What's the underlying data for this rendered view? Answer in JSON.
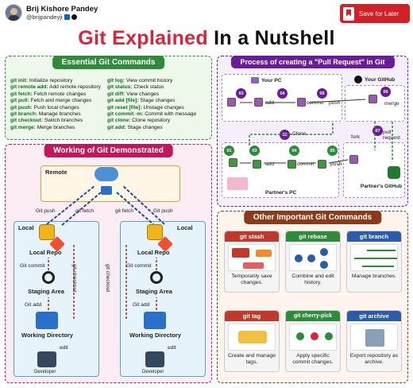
{
  "author": {
    "name": "Brij Kishore Pandey",
    "handle": "@brijpandeyji"
  },
  "save_button": {
    "label": "Save for Later"
  },
  "title": {
    "part1": "Git Explained",
    "part2": "In a Nutshell"
  },
  "essential": {
    "title": "Essential Git Commands",
    "left": [
      {
        "cmd": "git init:",
        "desc": " Initialize repository"
      },
      {
        "cmd": "git remote add:",
        "desc": " Add remote repository"
      },
      {
        "cmd": "git fetch:",
        "desc": " Fetch remote changes"
      },
      {
        "cmd": "git pull:",
        "desc": " Fetch and merge changes"
      },
      {
        "cmd": "git push:",
        "desc": " Push local changes"
      },
      {
        "cmd": "git branch:",
        "desc": " Manage branches"
      },
      {
        "cmd": "git checkout:",
        "desc": " Switch branches"
      },
      {
        "cmd": "git merge:",
        "desc": " Merge branches"
      }
    ],
    "right": [
      {
        "cmd": "git log:",
        "desc": " View commit history"
      },
      {
        "cmd": "git status:",
        "desc": " Check status"
      },
      {
        "cmd": "git diff:",
        "desc": " View changes"
      },
      {
        "cmd": "git add [file]:",
        "desc": " Stage changes"
      },
      {
        "cmd": "git reset [file]:",
        "desc": " Unstage changes"
      },
      {
        "cmd": "git commit -m:",
        "desc": " Commit with message"
      },
      {
        "cmd": "git clone:",
        "desc": " Clone repository"
      },
      {
        "cmd": "git add:",
        "desc": " Stage changes"
      }
    ]
  },
  "pull_request": {
    "title": "Process of creating a \"Pull Request\" in Git",
    "your_pc": "Your PC",
    "your_github": "Your GitHub",
    "partners_pc": "Partner's PC",
    "partners_github": "Partner's GitHub",
    "steps": {
      "add": "add",
      "commit": "commit",
      "push": "push",
      "merge": "merge",
      "clone": "Clone",
      "fork": "fork",
      "pull_request": "pull request"
    },
    "step_numbers": [
      "01",
      "02",
      "03",
      "04",
      "05",
      "06",
      "07"
    ]
  },
  "working": {
    "title": "Working of Git Demonstrated",
    "remote": "Remote",
    "local": "Local",
    "local_repo": "Local Repo",
    "staging": "Staging Area",
    "working_dir": "Working Directory",
    "developer": "Developer",
    "git_push": "Git push",
    "git_fetch": "git fetch",
    "git_commit": "Git commit",
    "git_add": "Git add",
    "git_checkout": "git checkout",
    "edit": "edit"
  },
  "other": {
    "title": "Other Important Git Commands",
    "cards": [
      {
        "name": "git stash",
        "desc": "Temporarily save changes.",
        "color": "#c0392b"
      },
      {
        "name": "git rebase",
        "desc": "Combine and edit history.",
        "color": "#2e8b3a"
      },
      {
        "name": "git branch",
        "desc": "Manage branches.",
        "color": "#2a5caa"
      },
      {
        "name": "git tag",
        "desc": "Create and manage tags.",
        "color": "#c0392b"
      },
      {
        "name": "git cherry-pick",
        "desc": "Apply specific commit changes.",
        "color": "#2e8b3a"
      },
      {
        "name": "git archive",
        "desc": "Export repository as archive.",
        "color": "#2a5caa"
      }
    ]
  },
  "colors": {
    "red": "#d9253a",
    "green": "#2e8b3a",
    "purple": "#6a1b9a",
    "pink": "#c2185b",
    "brown": "#8b3a1a",
    "blue": "#1565c0"
  }
}
